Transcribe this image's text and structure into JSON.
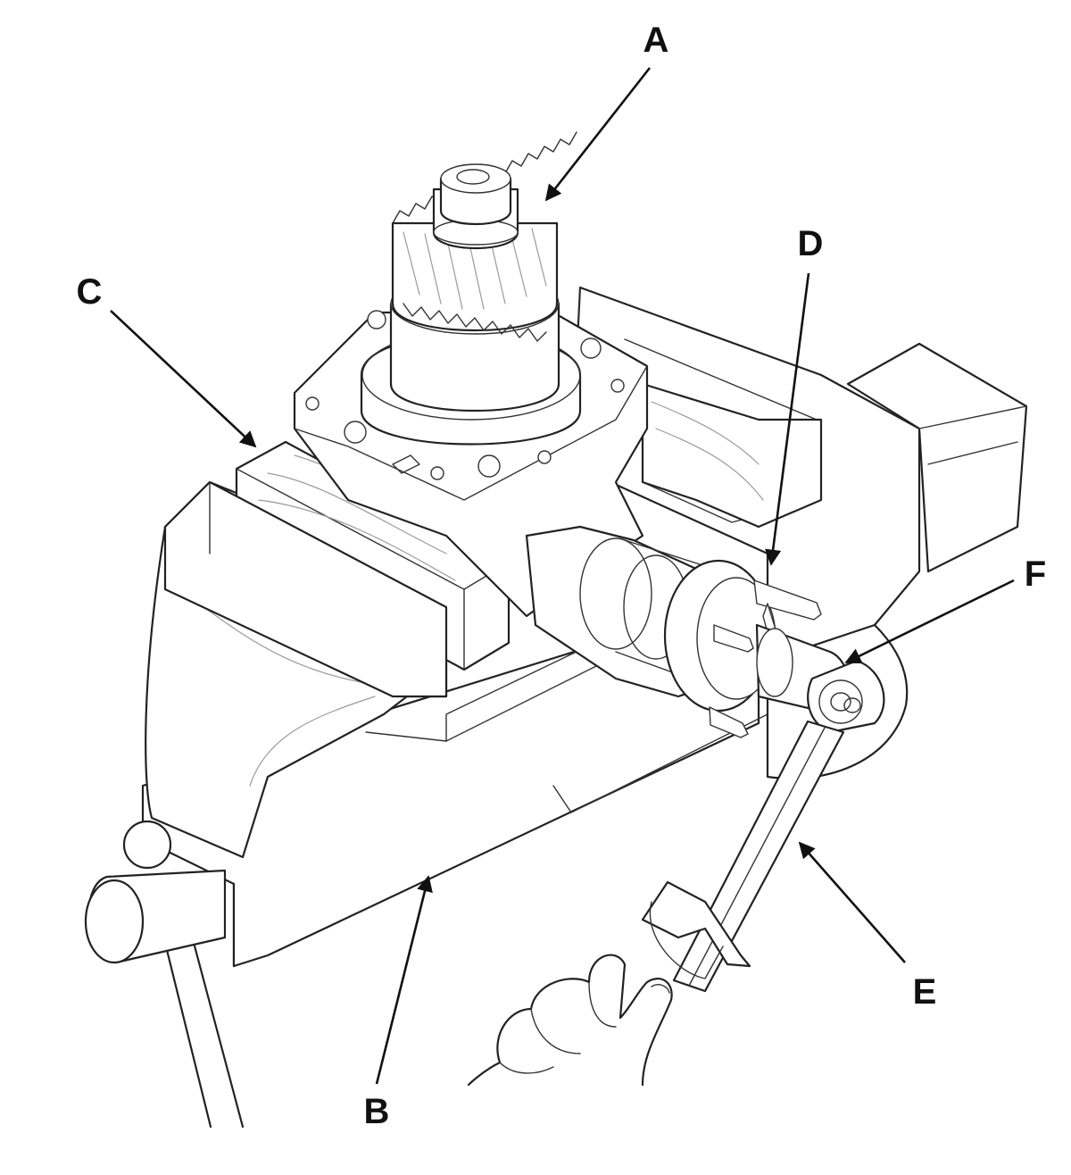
{
  "figure": {
    "callouts": {
      "a": "A",
      "b": "B",
      "c": "C",
      "d": "D",
      "e": "E",
      "f": "F"
    }
  }
}
